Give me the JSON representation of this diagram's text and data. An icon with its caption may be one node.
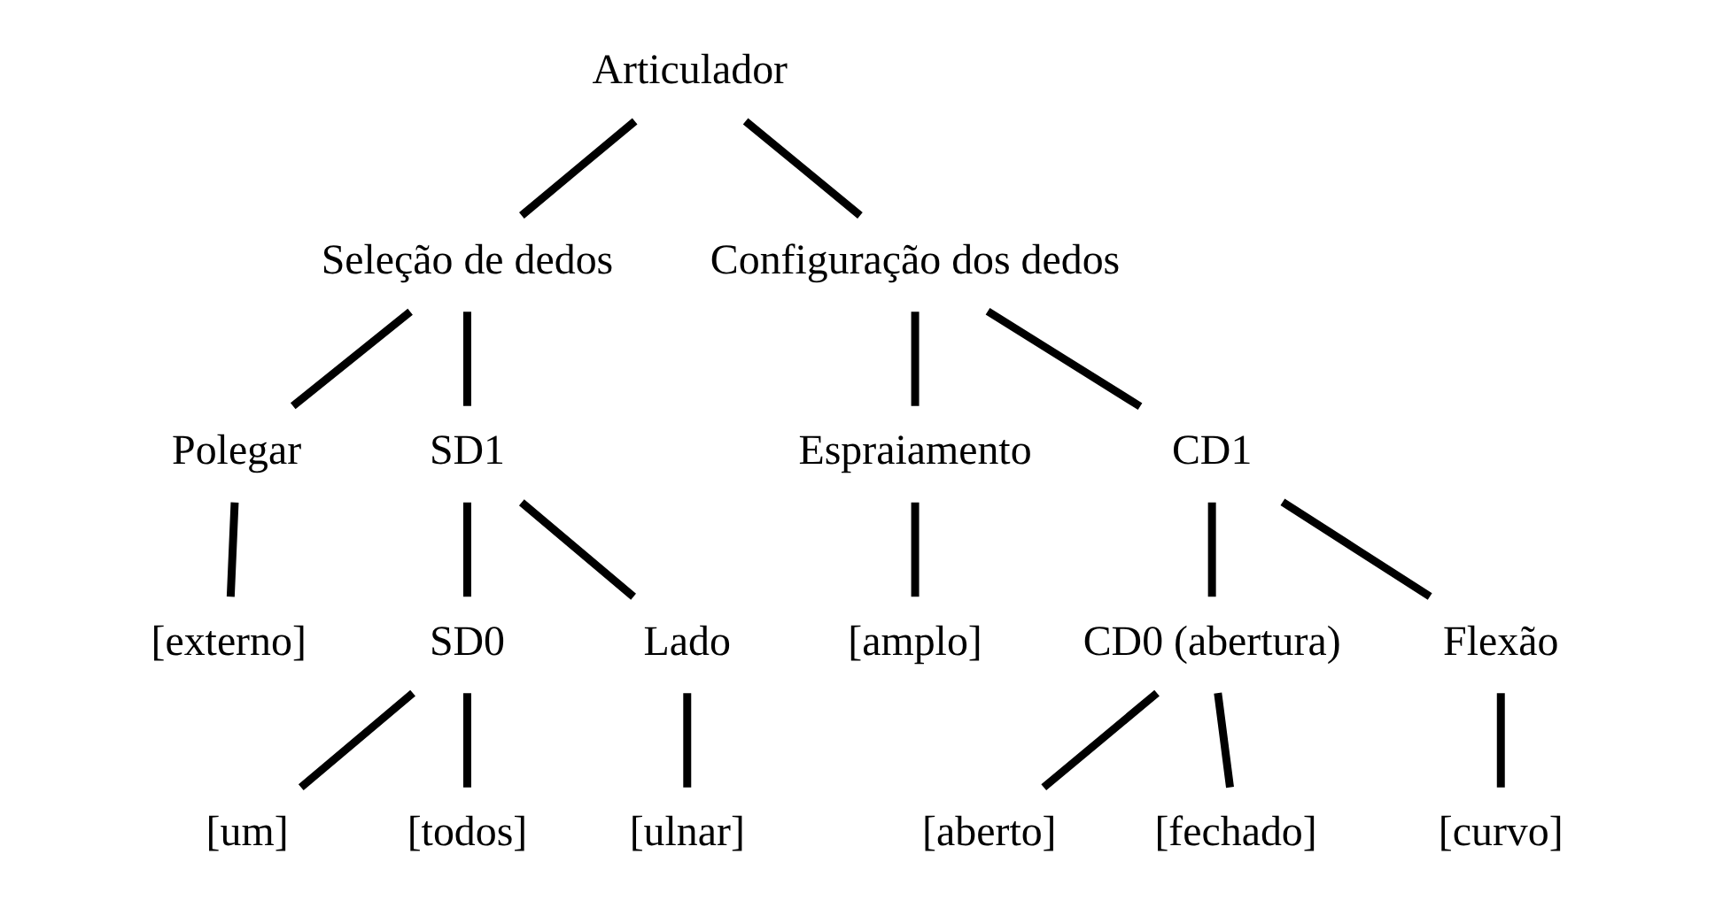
{
  "diagram": {
    "nodes": [
      {
        "text": [
          "Articulador"
        ]
      },
      {
        "text": [
          "Seleção de dedos"
        ]
      },
      {
        "text": [
          "Configuração dos dedos"
        ]
      },
      {
        "text": [
          "Polegar"
        ]
      },
      {
        "text": [
          "SD1"
        ]
      },
      {
        "text": [
          "Espraiamento"
        ]
      },
      {
        "text": [
          "CD1"
        ]
      },
      {
        "text": [
          "[externo]"
        ]
      },
      {
        "text": [
          "SD0"
        ]
      },
      {
        "text": [
          "Lado"
        ]
      },
      {
        "text": [
          "[amplo]"
        ]
      },
      {
        "text": [
          "CD0 (abertura)"
        ]
      },
      {
        "text": [
          "Flexão"
        ]
      },
      {
        "text": [
          "[um]"
        ]
      },
      {
        "text": [
          "[todos]"
        ]
      },
      {
        "text": [
          "[ulnar]"
        ]
      },
      {
        "text": [
          "[aberto]"
        ]
      },
      {
        "text": [
          "[fechado]"
        ]
      },
      {
        "text": [
          "[curvo]"
        ]
      }
    ],
    "edges": [
      {
        "from": 0,
        "to": 1,
        "arrow": "none"
      },
      {
        "from": 0,
        "to": 2,
        "arrow": "none"
      },
      {
        "from": 1,
        "to": 3,
        "arrow": "none"
      },
      {
        "from": 1,
        "to": 4,
        "arrow": "none"
      },
      {
        "from": 2,
        "to": 5,
        "arrow": "none"
      },
      {
        "from": 2,
        "to": 6,
        "arrow": "none"
      },
      {
        "from": 3,
        "to": 7,
        "arrow": "none"
      },
      {
        "from": 4,
        "to": 8,
        "arrow": "none"
      },
      {
        "from": 4,
        "to": 9,
        "arrow": "none"
      },
      {
        "from": 5,
        "to": 10,
        "arrow": "none"
      },
      {
        "from": 6,
        "to": 11,
        "arrow": "none"
      },
      {
        "from": 6,
        "to": 12,
        "arrow": "none"
      },
      {
        "from": 8,
        "to": 13,
        "arrow": "none"
      },
      {
        "from": 8,
        "to": 14,
        "arrow": "none"
      },
      {
        "from": 9,
        "to": 15,
        "arrow": "none"
      },
      {
        "from": 11,
        "to": 16,
        "arrow": "none"
      },
      {
        "from": 11,
        "to": 17,
        "arrow": "none"
      },
      {
        "from": 12,
        "to": 18,
        "arrow": "none"
      }
    ]
  }
}
